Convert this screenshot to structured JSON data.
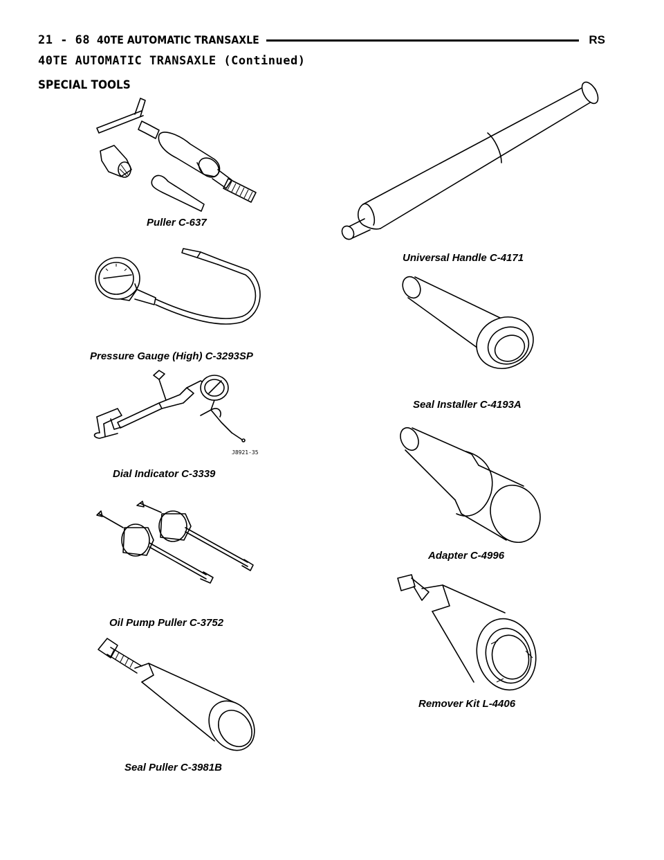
{
  "header": {
    "page_number": "21 - 68",
    "section_title": "40TE AUTOMATIC TRANSAXLE",
    "model_code": "RS",
    "continued_title": "40TE AUTOMATIC TRANSAXLE (Continued)"
  },
  "heading": "SPECIAL TOOLS",
  "tools": [
    {
      "caption": "Puller C-637",
      "icon": "puller-icon"
    },
    {
      "caption": "Universal Handle C-4171",
      "icon": "handle-icon"
    },
    {
      "caption": "Pressure Gauge (High) C-3293SP",
      "icon": "pressure-gauge-icon"
    },
    {
      "caption": "Seal Installer C-4193A",
      "icon": "seal-installer-icon"
    },
    {
      "caption": "Dial Indicator C-3339",
      "icon": "dial-indicator-icon"
    },
    {
      "caption": "Adapter C-4996",
      "icon": "adapter-icon"
    },
    {
      "caption": "Oil Pump Puller C-3752",
      "icon": "oil-pump-puller-icon"
    },
    {
      "caption": "Remover Kit L-4406",
      "icon": "remover-kit-icon"
    },
    {
      "caption": "Seal Puller C-3981B",
      "icon": "seal-puller-icon"
    }
  ],
  "figure_code": "J8921-35"
}
